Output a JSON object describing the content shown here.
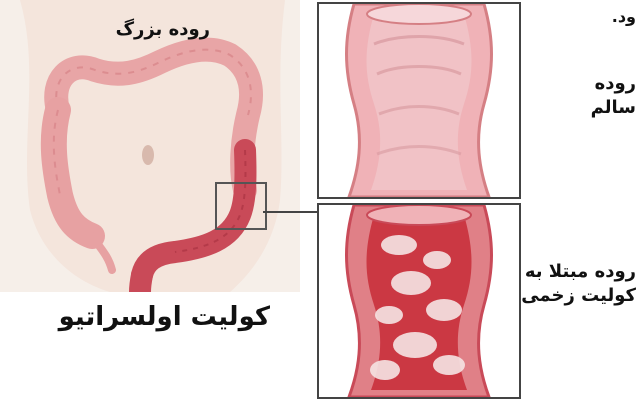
{
  "captions": {
    "top_fragment": "ود.",
    "large_intestine": "روده بزرگ",
    "healthy_line1": "روده",
    "healthy_line2": "سالم",
    "affected_line1": "روده مبتلا به",
    "affected_line2": "کولیت زخمی",
    "main_title": "کولیت اولسراتیو"
  },
  "colors": {
    "background": "#ffffff",
    "skin": "#f6efe9",
    "colon": "#e7a1a2",
    "colon_dark": "#c94a58",
    "lumen_healthy": "#f0c3c6",
    "lumen_inflamed": "#c9343f",
    "frame": "#444444"
  },
  "icons": [
    "abdomen-illustration",
    "healthy-colon-illustration",
    "inflamed-colon-illustration"
  ]
}
